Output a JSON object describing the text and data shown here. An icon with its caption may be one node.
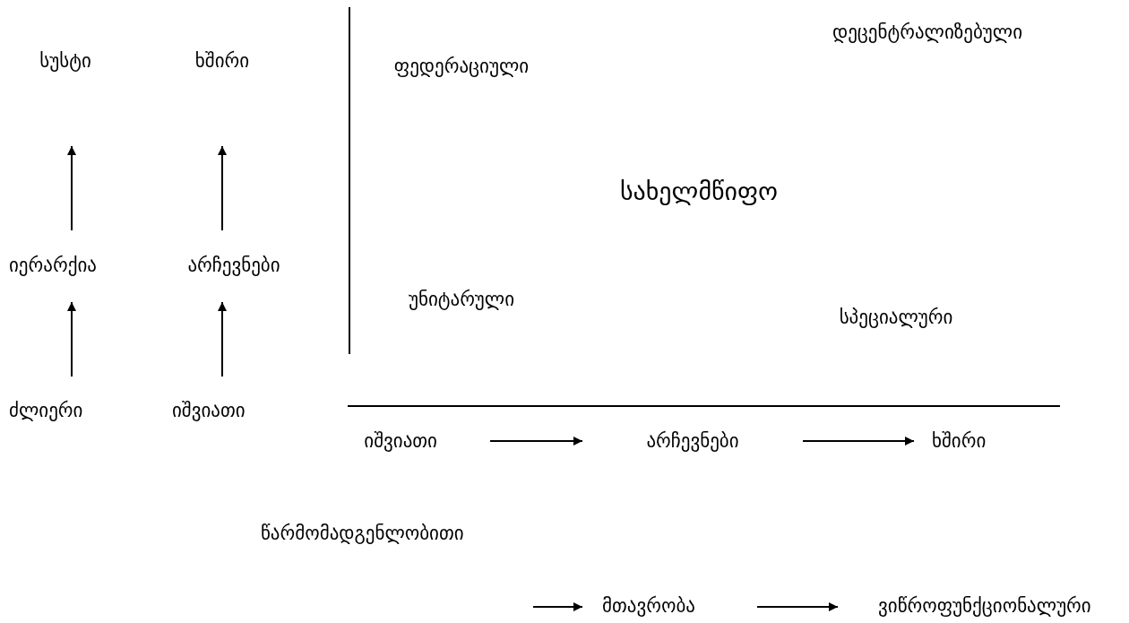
{
  "diagram": {
    "nodes": [
      {
        "text": [
          "სუსტი"
        ]
      },
      {
        "text": [
          "ხშირი"
        ]
      },
      {
        "text": [
          "იერარქია"
        ]
      },
      {
        "text": [
          "არჩევნები"
        ]
      },
      {
        "text": [
          "ძლიერი"
        ]
      },
      {
        "text": [
          "იშვიათი"
        ]
      },
      {
        "text": [
          "დეცენტრალიზებული"
        ]
      },
      {
        "text": [
          "ფედერაციული"
        ]
      },
      {
        "text": [
          "სახელმწიფო"
        ]
      },
      {
        "text": [
          "უნიტარული"
        ]
      },
      {
        "text": [
          "სპეციალური"
        ]
      },
      {
        "text": [
          "იშვიათი"
        ]
      },
      {
        "text": [
          "არჩევნები"
        ]
      },
      {
        "text": [
          "ხშირი"
        ]
      },
      {
        "text": [
          "წარმომადგენლობითი"
        ]
      },
      {
        "text": [
          "მთავრობა"
        ]
      },
      {
        "text": [
          "ვიწროფუნქციონალური"
        ]
      }
    ],
    "edges": [
      {
        "from": 4,
        "to": 2,
        "arrow": "to"
      },
      {
        "from": 2,
        "to": 0,
        "arrow": "to"
      },
      {
        "from": 5,
        "to": 3,
        "arrow": "to"
      },
      {
        "from": 3,
        "to": 1,
        "arrow": "to"
      },
      {
        "from": 11,
        "to": 12,
        "arrow": "to"
      },
      {
        "from": 12,
        "to": 13,
        "arrow": "to"
      },
      {
        "from": null,
        "to": 15,
        "arrow": "to"
      },
      {
        "from": 15,
        "to": 16,
        "arrow": "to"
      }
    ]
  }
}
